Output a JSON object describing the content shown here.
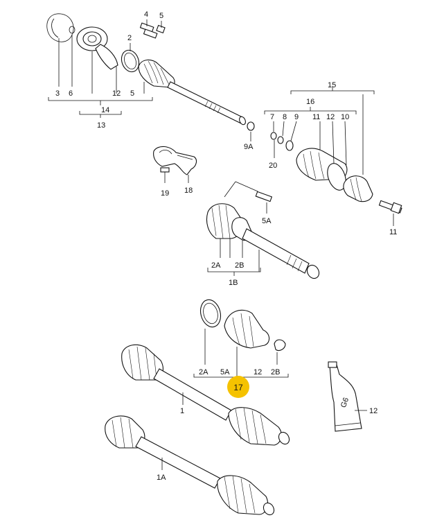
{
  "labels": {
    "p4": "4",
    "p5": "5",
    "p2": "2",
    "p3": "3",
    "p6": "6",
    "p12a": "12",
    "p5b": "5",
    "p14": "14",
    "p13": "13",
    "p9A": "9A",
    "p15": "15",
    "p16": "16",
    "p7": "7",
    "p8": "8",
    "p9": "9",
    "p11a": "11",
    "p12b": "12",
    "p10": "10",
    "p20": "20",
    "p11b": "11",
    "p19": "19",
    "p18": "18",
    "p5A": "5A",
    "p2A": "2A",
    "p2B": "2B",
    "p1B": "1B",
    "k2A": "2A",
    "k5A": "5A",
    "k12": "12",
    "k2B": "2B",
    "k17": "17",
    "p1": "1",
    "p1A": "1A",
    "p12c": "12",
    "tube": "G6"
  },
  "colors": {
    "highlight": "#f5c200",
    "ink": "#111111"
  }
}
